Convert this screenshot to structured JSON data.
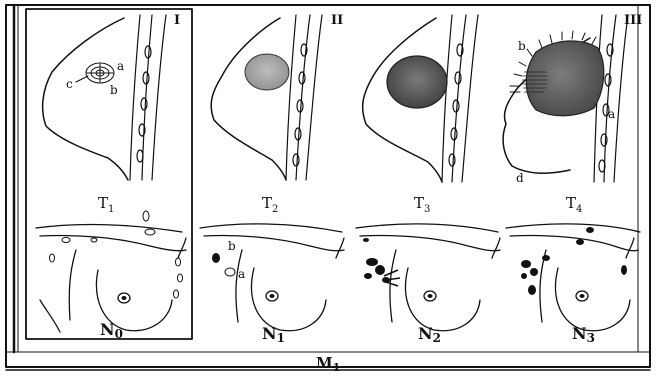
{
  "stages": {
    "roman": [
      "I",
      "II",
      "III"
    ],
    "tumor": [
      {
        "label": "T",
        "sub": "1"
      },
      {
        "label": "T",
        "sub": "2"
      },
      {
        "label": "T",
        "sub": "3"
      },
      {
        "label": "T",
        "sub": "4"
      }
    ],
    "node": [
      {
        "label": "N",
        "sub": "0"
      },
      {
        "label": "N",
        "sub": "1"
      },
      {
        "label": "N",
        "sub": "2"
      },
      {
        "label": "N",
        "sub": "3"
      }
    ],
    "metastasis": {
      "label": "M",
      "sub": "1"
    }
  },
  "annotations": {
    "t1": [
      "a",
      "b",
      "c"
    ],
    "t4": [
      "b",
      "a",
      "d"
    ],
    "n1": [
      "b",
      "a"
    ]
  },
  "colors": {
    "ink": "#111111",
    "tumor_light": "#a9a9a9",
    "tumor_dark": "#5a5a5a",
    "node_fill": "#111111"
  }
}
